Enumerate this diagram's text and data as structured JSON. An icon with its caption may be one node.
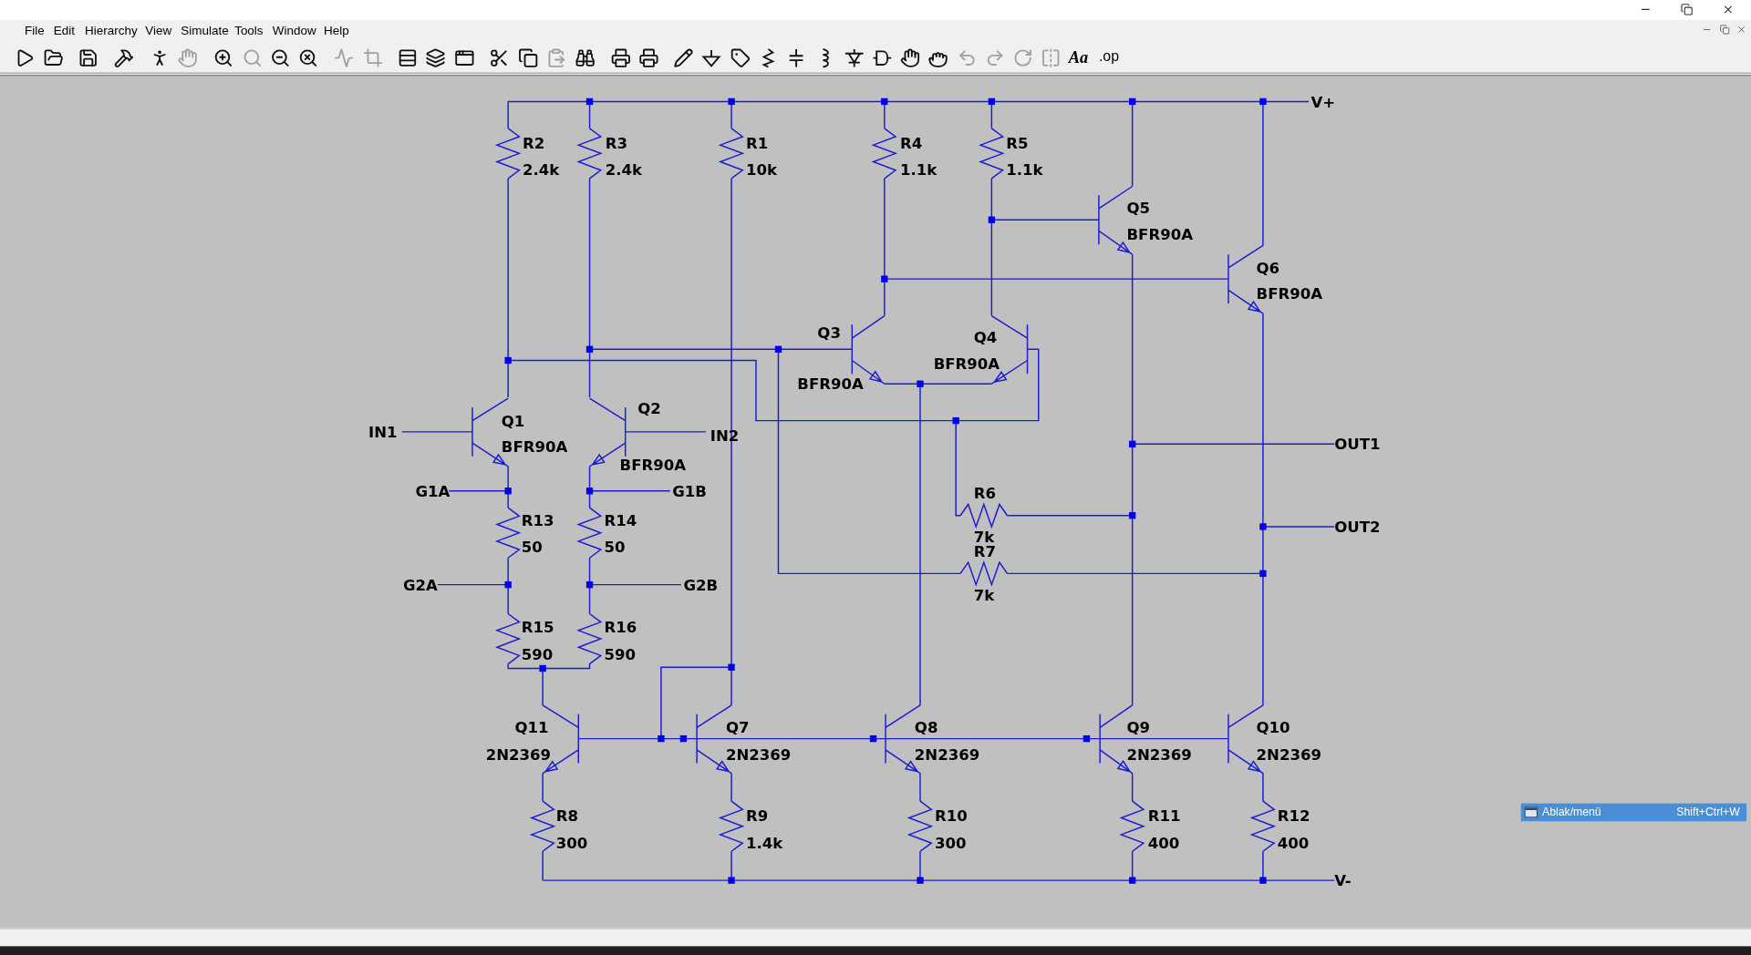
{
  "diagram": {
    "labels": [
      "File",
      "Edit",
      "Hierarchy",
      "View",
      "Simulate",
      "Tools",
      "Window",
      "Help",
      "Aa",
      ".op",
      "V+",
      "R2",
      "2.4k",
      "R3",
      "2.4k",
      "R1",
      "10k",
      "R4",
      "1.1k",
      "R5",
      "1.1k",
      "Q5",
      "BFR90A",
      "Q6",
      "BFR90A",
      "Q3",
      "Q4",
      "BFR90A",
      "BFR90A",
      "Q2",
      "Q1",
      "IN1",
      "IN2",
      "BFR90A",
      "OUT1",
      "BFR90A",
      "G1A",
      "G1B",
      "R6",
      "R13",
      "R14",
      "OUT2",
      "7k",
      "50",
      "50",
      "R7",
      "G2A",
      "G2B",
      "7k",
      "R15",
      "R16",
      "590",
      "590",
      "Q11",
      "Q7",
      "Q8",
      "Q9",
      "Q10",
      "2N2369",
      "2N2369",
      "2N2369",
      "2N2369",
      "2N2369",
      "R8",
      "R9",
      "R10",
      "R11",
      "R12",
      "300",
      "1.4k",
      "300",
      "400",
      "400",
      "V-",
      "Ablak/menü",
      "Shift+Ctrl+W"
    ]
  }
}
